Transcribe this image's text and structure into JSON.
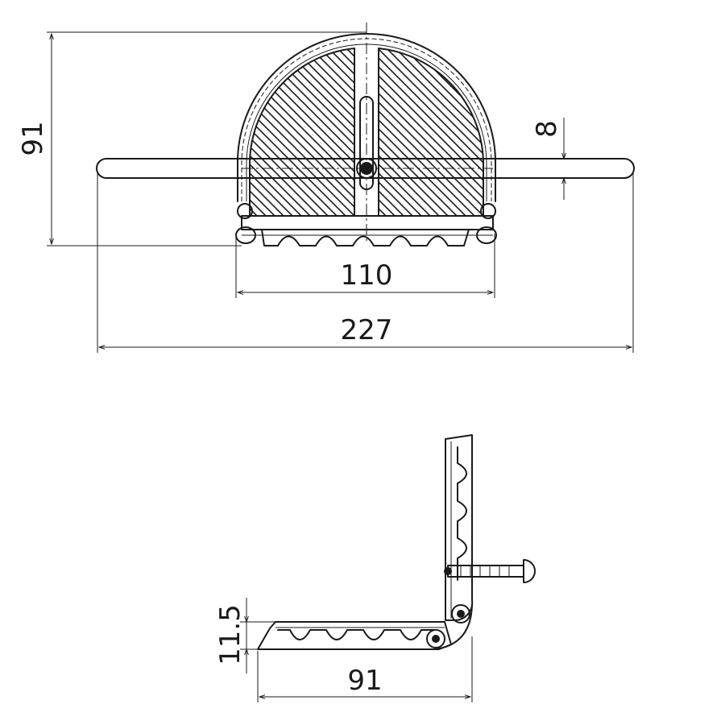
{
  "dimensions": {
    "height_top": "91",
    "bar_thickness": "8",
    "base_width": "110",
    "overall_width": "227",
    "side_height": "11.5",
    "side_depth": "91"
  }
}
